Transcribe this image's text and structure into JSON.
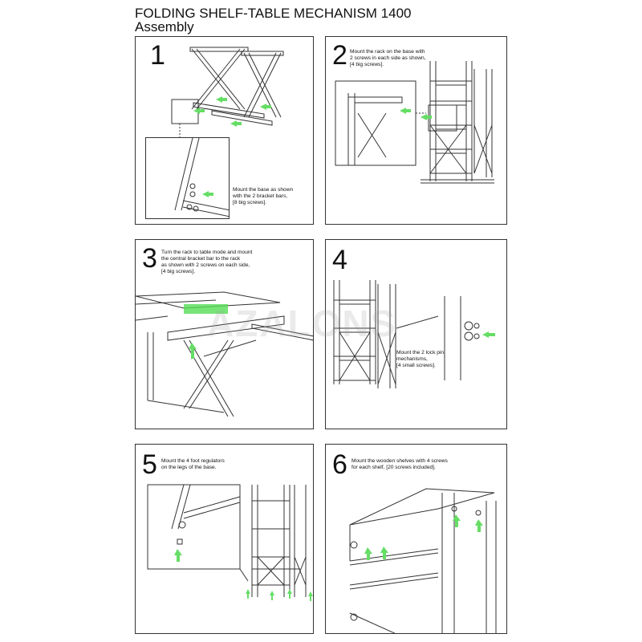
{
  "title": "FOLDING SHELF-TABLE MECHANISM 1400",
  "subtitle": "Assembly",
  "watermark": "AZALONS",
  "colors": {
    "arrow": "#66dd66",
    "line": "#333333",
    "highlight": "#55dd55"
  },
  "steps": [
    {
      "number": "1",
      "lines": [
        "Mount the base as shown",
        "with the 2 bracket bars,",
        "[8 big screws]."
      ]
    },
    {
      "number": "2",
      "lines": [
        "Mount the rack on the base with",
        "2 screws in each side as shown,",
        "[4 big screws]."
      ]
    },
    {
      "number": "3",
      "lines": [
        "Turn the rack to table mode and mount",
        "the central bracket bar to the rack",
        "as shown with 2 screws on each side,",
        "[4 big screws]."
      ]
    },
    {
      "number": "4",
      "lines": [
        "Mount the 2 lock pin",
        "mechanisms,",
        "[4 small screws]."
      ]
    },
    {
      "number": "5",
      "lines": [
        "Mount the 4 foot regulators",
        "on the legs of the base."
      ]
    },
    {
      "number": "6",
      "lines": [
        "Mount the wooden shelves with 4 screws",
        "for each shelf, [20 screws included]."
      ]
    }
  ]
}
